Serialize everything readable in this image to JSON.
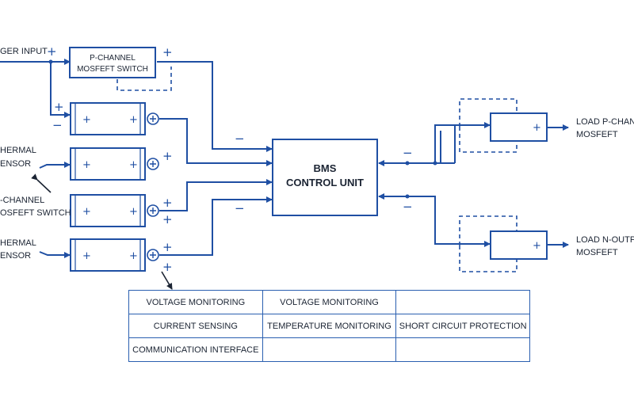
{
  "labels": {
    "charger_input": "GER INPUT",
    "pmos_switch": [
      "P-CHANNEL",
      "MOSFEFT SWITCH"
    ],
    "thermal_sensor_1": [
      "HERMAL",
      "ENSOR"
    ],
    "nmos_switch": [
      "-CHANNEL",
      "OSFEFT SWITCH"
    ],
    "thermal_sensor_2": [
      "HERMAL",
      "ENSOR"
    ],
    "bms": [
      "BMS",
      "CONTROL UNIT"
    ],
    "load_p": [
      "LOAD P-CHANNE",
      "MOSFEFT"
    ],
    "load_n": [
      "LOAD N-OUTPU",
      "MOSFEFT"
    ]
  },
  "signs": {
    "plus": "+",
    "minus": "−"
  },
  "features": [
    [
      "VOLTAGE MONITORING",
      "VOLTAGE MONITORING",
      ""
    ],
    [
      "CURRENT SENSING",
      "TEMPERATURE MONITORING",
      "SHORT CIRCUIT PROTECTION"
    ],
    [
      "COMMUNICATION INTERFACE",
      "",
      ""
    ]
  ],
  "colors": {
    "line": "#1f4fa3",
    "border": "#2a5fb0",
    "text": "#1b2433"
  }
}
